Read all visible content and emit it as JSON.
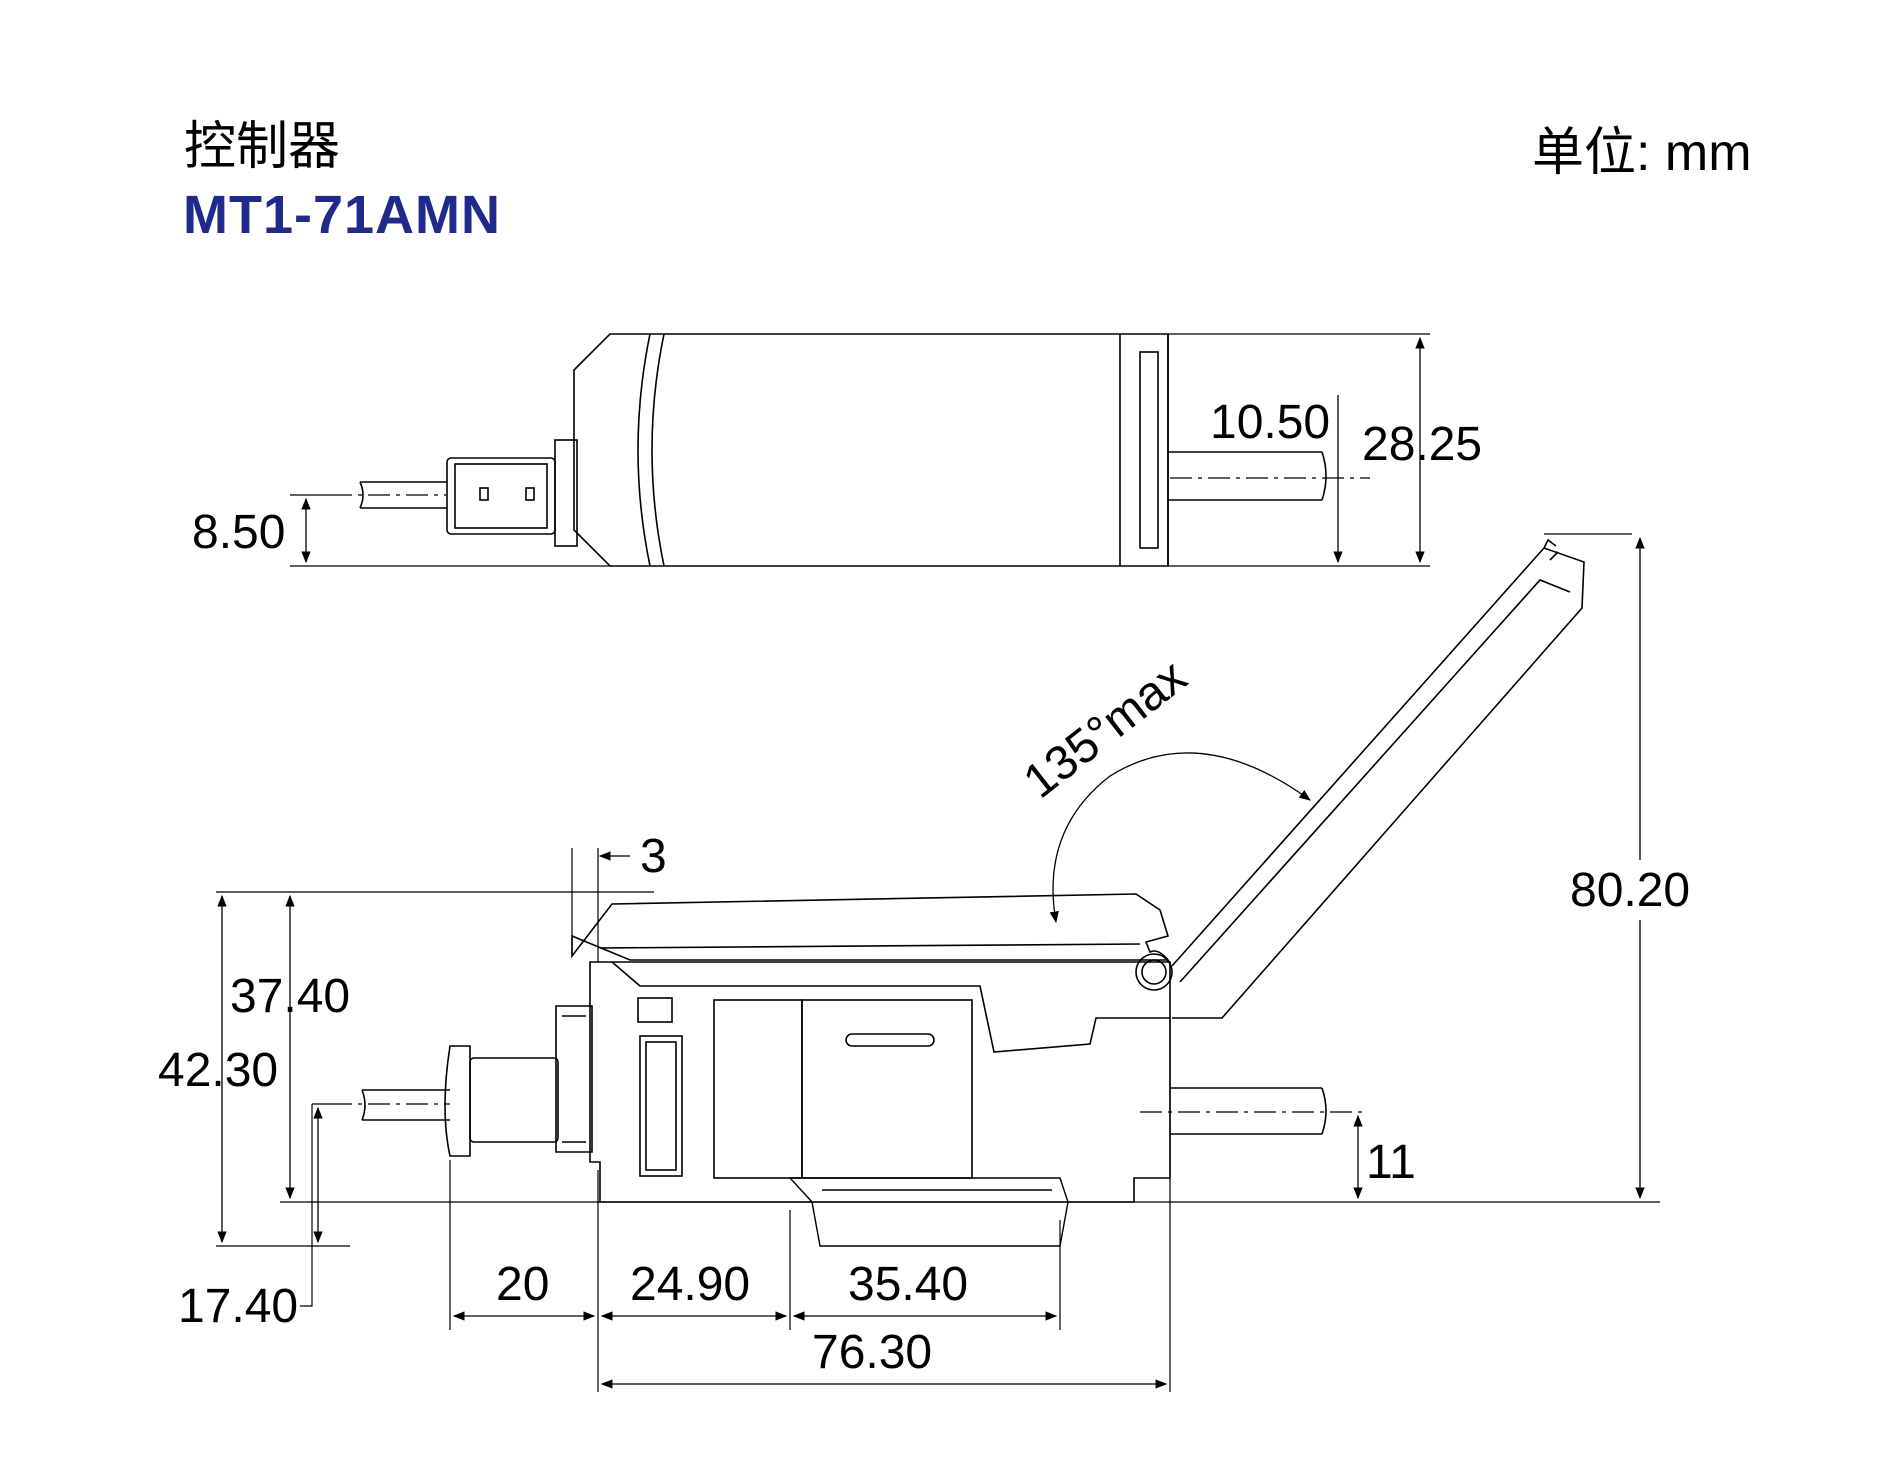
{
  "header": {
    "title": "控制器",
    "model": "MT1-71AMN",
    "unit": "单位: mm"
  },
  "colors": {
    "model_text": "#1f2a8a",
    "line": "#000000"
  },
  "top_view": {
    "dim_height": "28.25",
    "dim_cable_axis": "10.50",
    "dim_connector_axis": "8.50"
  },
  "side_view": {
    "dim_lid_offset": "3",
    "dim_height_body": "37.40",
    "dim_height_total": "42.30",
    "dim_connector_axis": "17.40",
    "dim_cable_axis": "11",
    "dim_open_height": "80.20",
    "angle_label": "135°max",
    "dim_connector_length": "20",
    "dim_rail_offset": "24.90",
    "dim_rail_width": "35.40",
    "dim_body_length": "76.30"
  }
}
